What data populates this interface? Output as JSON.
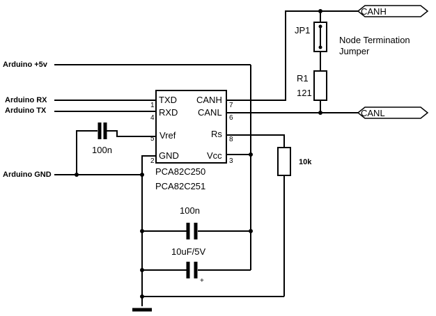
{
  "inputs": {
    "plus5v": "Arduino +5v",
    "rx": "Arduino RX",
    "tx": "Arduino TX",
    "gnd": "Arduino GND"
  },
  "chip": {
    "pins_left": [
      {
        "name": "TXD",
        "num": "1"
      },
      {
        "name": "RXD",
        "num": "4"
      },
      {
        "name": "Vref",
        "num": "5"
      },
      {
        "name": "GND",
        "num": "2"
      }
    ],
    "pins_right": [
      {
        "name": "CANH",
        "num": "7"
      },
      {
        "name": "CANL",
        "num": "6"
      },
      {
        "name": "Rs",
        "num": "8"
      },
      {
        "name": "Vcc",
        "num": "3"
      }
    ],
    "part_names": [
      "PCA82C250",
      "PCA82C251"
    ]
  },
  "bus": {
    "canh": "CANH",
    "canl": "CANL"
  },
  "termination": {
    "jumper_ref": "JP1",
    "jumper_desc_line1": "Node Termination",
    "jumper_desc_line2": "Jumper",
    "resistor_ref": "R1",
    "resistor_value": "121"
  },
  "components": {
    "vref_cap": "100n",
    "rs_resistor": "10k",
    "decoupling_cap": "100n",
    "electrolytic_cap": "10uF/5V",
    "electrolytic_polarity": "+"
  }
}
